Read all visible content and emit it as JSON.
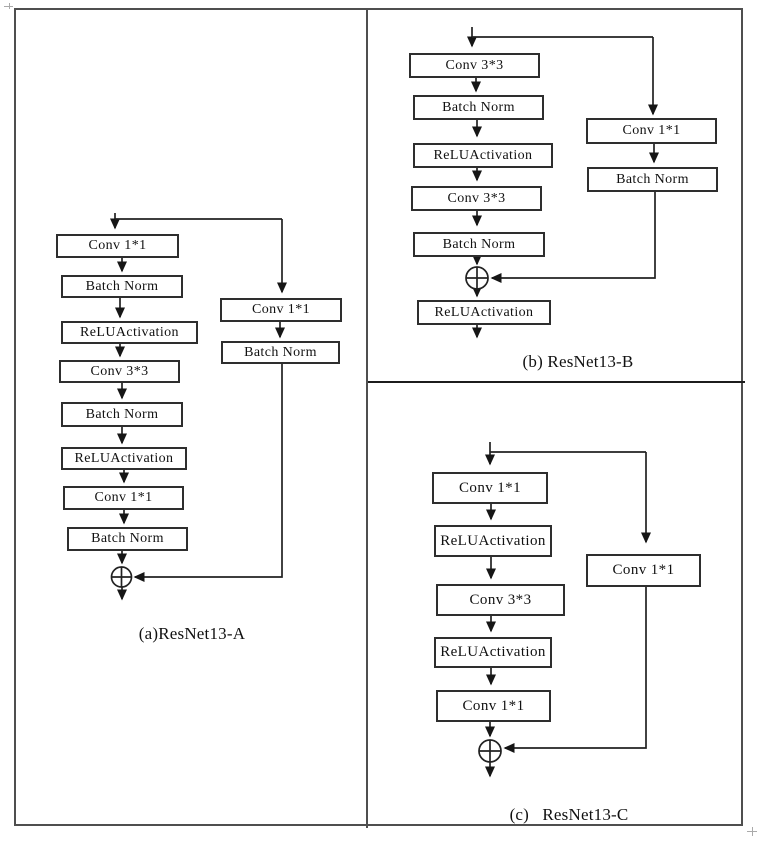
{
  "figure": {
    "type": "flowchart",
    "title_hint": "ResNet13 residual block variants",
    "panels": {
      "a": {
        "caption": "(a)ResNet13-A",
        "main": [
          "Conv 1*1",
          "Batch Norm",
          "ReLUActivation",
          "Conv 3*3",
          "Batch Norm",
          "ReLUActivation",
          "Conv 1*1",
          "Batch Norm"
        ],
        "branch": [
          "Conv 1*1",
          "Batch Norm"
        ],
        "merge_symbol": "plus-in-circle"
      },
      "b": {
        "caption": "(b) ResNet13-B",
        "main": [
          "Conv 3*3",
          "Batch Norm",
          "ReLUActivation",
          "Conv 3*3",
          "Batch Norm"
        ],
        "after_merge": "ReLUActivation",
        "branch": [
          "Conv 1*1",
          "Batch Norm"
        ],
        "merge_symbol": "plus-in-circle"
      },
      "c": {
        "caption": "(c)   ResNet13-C",
        "main": [
          "Conv 1*1",
          "ReLUActivation",
          "Conv 3*3",
          "ReLUActivation",
          "Conv 1*1"
        ],
        "branch": [
          "Conv 1*1"
        ],
        "merge_symbol": "plus-in-circle"
      }
    },
    "colors": {
      "line": "#222222",
      "box_border": "#2e2e2e",
      "frame_border": "#4f4f4f",
      "background": "#ffffff",
      "text": "#111111"
    }
  }
}
